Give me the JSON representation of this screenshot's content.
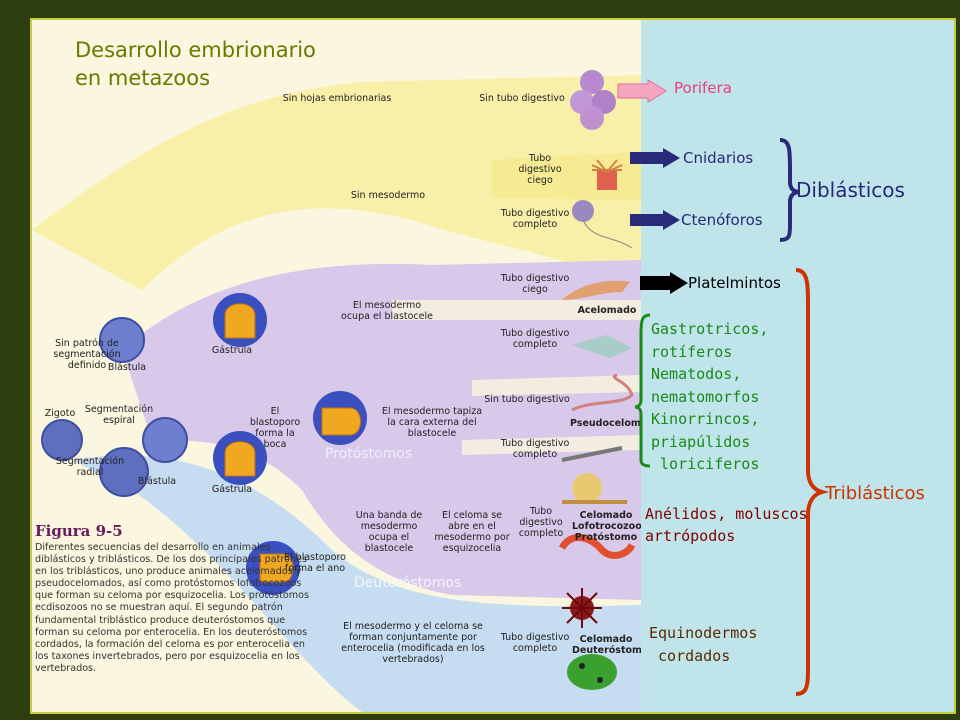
{
  "title": {
    "line1": "Desarrollo embrionario",
    "line2": "en metazoos"
  },
  "figure": {
    "labels": {
      "sin_hojas": "Sin hojas embrionarias",
      "sin_tubo_1": "Sin tubo digestivo",
      "tubo_ciego_1": "Tubo digestivo ciego",
      "sin_mesodermo": "Sin mesodermo",
      "tubo_completo_1": "Tubo digestivo completo",
      "tubo_ciego_2": "Tubo digestivo ciego",
      "mesodermo_blastocele": "El mesodermo ocupa el blastocele",
      "acelomado": "Acelomado",
      "tubo_completo_2": "Tubo digestivo completo",
      "sin_patron": "Sin patrón de segmentación definido",
      "blastula_1": "Blástula",
      "gastrula_1": "Gástrula",
      "zigoto": "Zigoto",
      "seg_espiral": "Segmentación espiral",
      "blastoporo_boca": "El blastoporo forma la boca",
      "mesodermo_tapiza": "El mesodermo tapiza la cara externa del blastocele",
      "sin_tubo_2": "Sin tubo digestivo",
      "pseudocelomado": "Pseudocelomado",
      "tubo_completo_3": "Tubo digestivo completo",
      "seg_radial": "Segmentación radial",
      "blastula_2": "Blástula",
      "gastrula_2": "Gástrula",
      "protostomos": "Protóstomos",
      "banda_mesodermo": "Una banda de mesodermo ocupa el blastocele",
      "celoma_esquizo": "El celoma se abre en el mesodermo por esquizocelia",
      "tubo_completo_4": "Tubo digestivo completo",
      "celomado_loto": "Celomado Lofotrocozoo Protóstomo",
      "blastoporo_ano": "El blastoporo forma el ano",
      "deuterostomos": "Deuteróstomos",
      "mesodermo_celoma": "El mesodermo y el celoma se forman conjuntamente por enterocelia (modificada en los vertebrados)",
      "tubo_completo_5": "Tubo digestivo completo",
      "celomado_deut": "Celomado Deuteróstomo"
    },
    "caption": {
      "title": "Figura 9-5",
      "text": "Diferentes secuencias del desarrollo en animales diblásticos y triblásticos. De los dos principales patrones en los triblásticos, uno produce animales acelomados y pseudocelomados, así como protóstomos lofotrocozoos que forman su celoma por esquizocelia. Los protóstomos ecdisozoos no se muestran aquí. El segundo patrón fundamental triblástico produce deuteróstomos que forman su celoma por enterocelia. En los deuteróstomos cordados, la formación del celoma es por enterocelia en los taxones invertebrados, pero por esquizocelia en los vertebrados."
    }
  },
  "groups": {
    "porifera": "Porifera",
    "cnidarios": "Cnidarios",
    "ctenoforos": "Ctenóforos",
    "diblasticos": "Diblásticos",
    "platelmintos": "Platelmintos",
    "pseudo_lines": [
      "Gastrotricos,",
      "rotíferos",
      "Nematodos,",
      "nematomorfos",
      "Kinorrincos,",
      "priapúlidos",
      " loriciferos"
    ],
    "triblasticos": "Triblásticos",
    "protostomos_lines": [
      "Anélidos, moluscos",
      "artrópodos"
    ],
    "deuterostomos_lines": [
      "Equinodermos",
      " cordados"
    ]
  },
  "colors": {
    "porifera": "#e8407a",
    "diblasticos": "#28287a",
    "pseudo": "#1a8a1a",
    "protostomos": "#800000",
    "equinodermos": "#5a2a00",
    "triblasticos": "#cc3300",
    "title": "#6a7a00"
  }
}
